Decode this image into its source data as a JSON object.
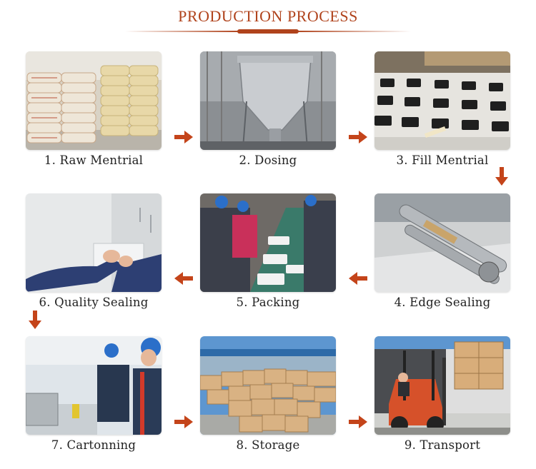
{
  "header": {
    "title": "PRODUCTION PROCESS"
  },
  "steps": [
    {
      "label": "1. Raw Mentrial"
    },
    {
      "label": "2. Dosing"
    },
    {
      "label": "3. Fill Mentrial"
    },
    {
      "label": "4. Edge Sealing"
    },
    {
      "label": "5. Packing"
    },
    {
      "label": "6. Quality Sealing"
    },
    {
      "label": "7. Cartonning"
    },
    {
      "label": "8. Storage"
    },
    {
      "label": "9. Transport"
    }
  ],
  "colors": {
    "accent": "#b0431c",
    "arrow": "#c4441a"
  }
}
